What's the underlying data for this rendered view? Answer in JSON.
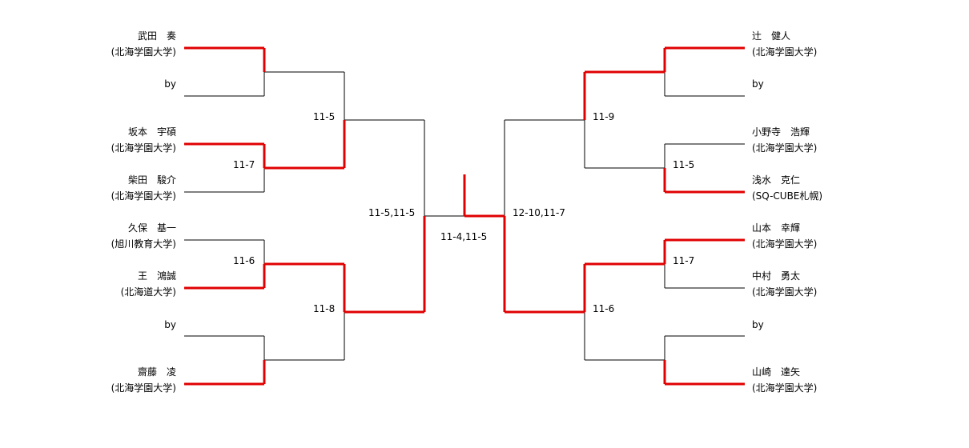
{
  "colors": {
    "winner": "#e00000",
    "line": "#000000",
    "text": "#000000"
  },
  "left": {
    "players": [
      {
        "name": "武田　奏",
        "team": "(北海学園大学)"
      },
      {
        "name": "by",
        "team": ""
      },
      {
        "name": "坂本　宇碩",
        "team": "(北海学園大学)"
      },
      {
        "name": "柴田　駿介",
        "team": "(北海学園大学)"
      },
      {
        "name": "久保　基一",
        "team": "(旭川教育大学)"
      },
      {
        "name": "王　鴻誠",
        "team": "(北海道大学)"
      },
      {
        "name": "by",
        "team": ""
      },
      {
        "name": "齋藤　凌",
        "team": "(北海学園大学)"
      }
    ],
    "scores": {
      "r1_2": "11-7",
      "r1_3": "11-6",
      "r2_1": "11-5",
      "r2_2": "11-8",
      "r3": "11-5,11-5"
    }
  },
  "right": {
    "players": [
      {
        "name": "辻　健人",
        "team": "(北海学園大学)"
      },
      {
        "name": "by",
        "team": ""
      },
      {
        "name": "小野寺　浩輝",
        "team": "(北海学園大学)"
      },
      {
        "name": "浅水　克仁",
        "team": "(SQ-CUBE札幌)"
      },
      {
        "name": "山本　幸輝",
        "team": "(北海学園大学)"
      },
      {
        "name": "中村　勇太",
        "team": "(北海学園大学)"
      },
      {
        "name": "by",
        "team": ""
      },
      {
        "name": "山崎　達矢",
        "team": "(北海学園大学)"
      }
    ],
    "scores": {
      "r1_2": "11-5",
      "r1_3": "11-7",
      "r2_1": "11-9",
      "r2_2": "11-6",
      "r3": "12-10,11-7"
    }
  },
  "final": {
    "score": "11-4,11-5"
  }
}
